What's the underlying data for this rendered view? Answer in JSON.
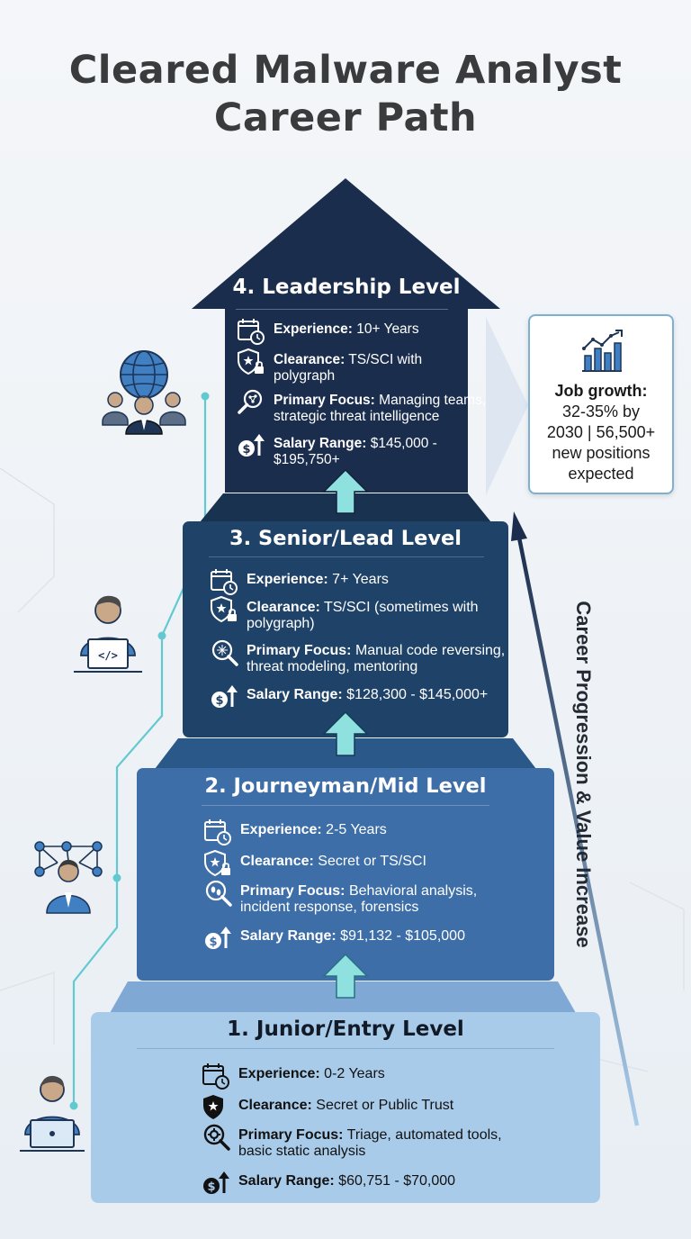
{
  "title_line1": "Cleared Malware Analyst",
  "title_line2": "Career Path",
  "levels": [
    {
      "title": "4. Leadership Level",
      "experience_label": "Experience:",
      "experience": "10+ Years",
      "clearance_label": "Clearance:",
      "clearance_line1": "TS/SCI with",
      "clearance_line2": "polygraph",
      "focus_label": "Primary Focus:",
      "focus_line1": "Managing teams,",
      "focus_line2": "strategic threat intelligence",
      "salary_label": "Salary Range:",
      "salary_line1": "$145,000 -",
      "salary_line2": "$195,750+"
    },
    {
      "title": "3. Senior/Lead Level",
      "experience_label": "Experience:",
      "experience": "7+ Years",
      "clearance_label": "Clearance:",
      "clearance_line1": "TS/SCI (sometimes with",
      "clearance_line2": "polygraph)",
      "focus_label": "Primary Focus:",
      "focus_line1": "Manual code reversing,",
      "focus_line2": "threat modeling, mentoring",
      "salary_label": "Salary Range:",
      "salary": "$128,300 - $145,000+"
    },
    {
      "title": "2. Journeyman/Mid Level",
      "experience_label": "Experience:",
      "experience": "2-5 Years",
      "clearance_label": "Clearance:",
      "clearance": "Secret or TS/SCI",
      "focus_label": "Primary Focus:",
      "focus_line1": "Behavioral analysis,",
      "focus_line2": "incident response, forensics",
      "salary_label": "Salary Range:",
      "salary": "$91,132 - $105,000"
    },
    {
      "title": "1. Junior/Entry Level",
      "experience_label": "Experience:",
      "experience": "0-2 Years",
      "clearance_label": "Clearance:",
      "clearance": "Secret or Public Trust",
      "focus_label": "Primary Focus:",
      "focus_line1": "Triage, automated tools,",
      "focus_line2": "basic static analysis",
      "salary_label": "Salary Range:",
      "salary": "$60,751 - $70,000"
    }
  ],
  "growth": {
    "label": "Job growth:",
    "line1": "32-35% by",
    "line2": "2030 | 56,500+",
    "line3": "new positions",
    "line4": "expected"
  },
  "progression_label": "Career Progression & Value Increase",
  "colors": {
    "title": "#3a3b3d",
    "level4": "#1b2d4d",
    "level3": "#1f4268",
    "level2": "#3d6ea8",
    "level1": "#a9cbea",
    "up_arrow": "#8fe1e0",
    "connector": "#62c9d1",
    "icon_dark": "#1e3556",
    "icon_blue": "#3f7fc2"
  },
  "icons": [
    "calendar-clock-icon",
    "shield-lock-icon",
    "magnifier-icon",
    "money-up-icon",
    "growth-chart-icon",
    "globe-team-icon",
    "developer-icon",
    "network-person-icon",
    "laptop-person-icon"
  ]
}
